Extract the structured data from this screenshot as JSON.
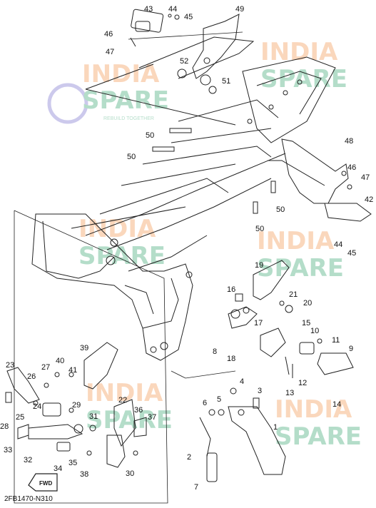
{
  "diagram": {
    "code": "2FB1470-N310",
    "parts": [
      {
        "num": "1"
      },
      {
        "num": "2"
      },
      {
        "num": "3"
      },
      {
        "num": "4"
      },
      {
        "num": "5"
      },
      {
        "num": "6"
      },
      {
        "num": "7"
      },
      {
        "num": "8"
      },
      {
        "num": "9"
      },
      {
        "num": "10"
      },
      {
        "num": "11"
      },
      {
        "num": "12"
      },
      {
        "num": "13"
      },
      {
        "num": "14"
      },
      {
        "num": "15"
      },
      {
        "num": "16"
      },
      {
        "num": "17"
      },
      {
        "num": "18"
      },
      {
        "num": "19"
      },
      {
        "num": "20"
      },
      {
        "num": "21"
      },
      {
        "num": "22"
      },
      {
        "num": "23"
      },
      {
        "num": "24"
      },
      {
        "num": "25"
      },
      {
        "num": "26"
      },
      {
        "num": "27"
      },
      {
        "num": "28"
      },
      {
        "num": "29"
      },
      {
        "num": "30"
      },
      {
        "num": "31"
      },
      {
        "num": "32"
      },
      {
        "num": "33"
      },
      {
        "num": "34"
      },
      {
        "num": "35"
      },
      {
        "num": "36"
      },
      {
        "num": "37"
      },
      {
        "num": "38"
      },
      {
        "num": "39"
      },
      {
        "num": "40"
      },
      {
        "num": "41"
      },
      {
        "num": "42"
      },
      {
        "num": "43"
      },
      {
        "num": "44"
      },
      {
        "num": "45"
      },
      {
        "num": "46"
      },
      {
        "num": "47"
      },
      {
        "num": "48"
      },
      {
        "num": "49"
      },
      {
        "num": "50"
      },
      {
        "num": "51"
      },
      {
        "num": "52"
      }
    ],
    "fwd_label": "FWD"
  },
  "watermark": {
    "line1": "INDIA",
    "line2": "SPARE",
    "tagline": "REBUILD TOGETHER",
    "color_india": "#f6a76c",
    "color_spare": "#5ab58a",
    "color_icon": "#8f8ad6"
  }
}
